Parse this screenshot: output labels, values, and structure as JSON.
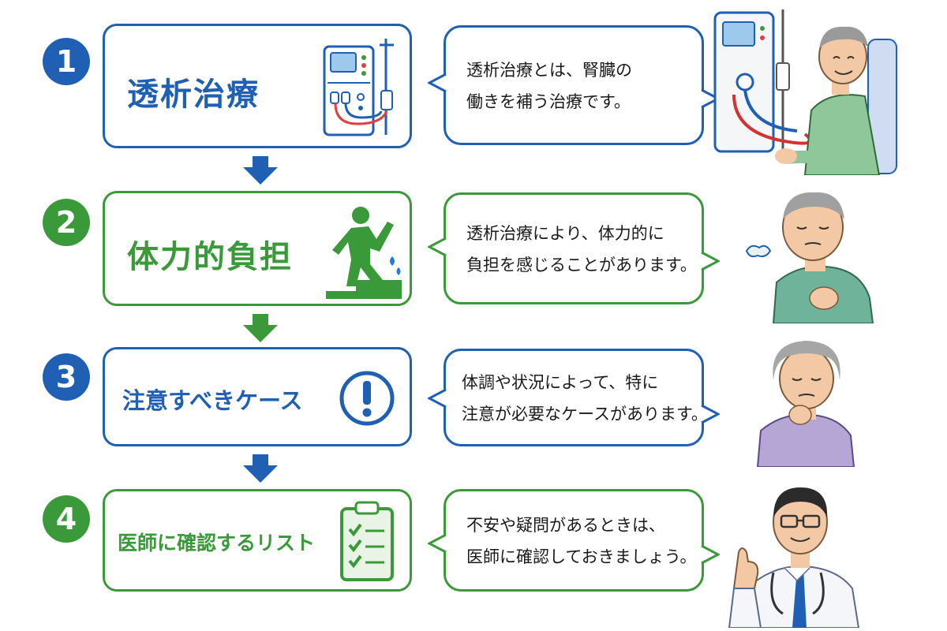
{
  "colors": {
    "blue": "#1f5fb4",
    "green": "#3a9a3a"
  },
  "steps": [
    {
      "number": "1",
      "title": "透析治療",
      "icon": "dialysis-machine-icon",
      "bubble": [
        "透析治療とは、腎臓の",
        "働きを補う治療です。"
      ],
      "person": "patient-on-dialysis-illustration"
    },
    {
      "number": "2",
      "title": "体力的負担",
      "icon": "person-climbing-stairs-icon",
      "bubble": [
        "透析治療により、体力的に",
        "負担を感じることがあります。"
      ],
      "person": "tired-elderly-man-illustration"
    },
    {
      "number": "3",
      "title": "注意すべきケース",
      "icon": "exclamation-circle-icon",
      "bubble": [
        "体調や状況によって、特に",
        "注意が必要なケースがあります。"
      ],
      "person": "worried-elderly-woman-illustration"
    },
    {
      "number": "4",
      "title": "医師に確認するリスト",
      "icon": "checklist-clipboard-icon",
      "bubble": [
        "不安や疑問があるときは、",
        "医師に確認しておきましょう。"
      ],
      "person": "doctor-pointing-illustration"
    }
  ]
}
